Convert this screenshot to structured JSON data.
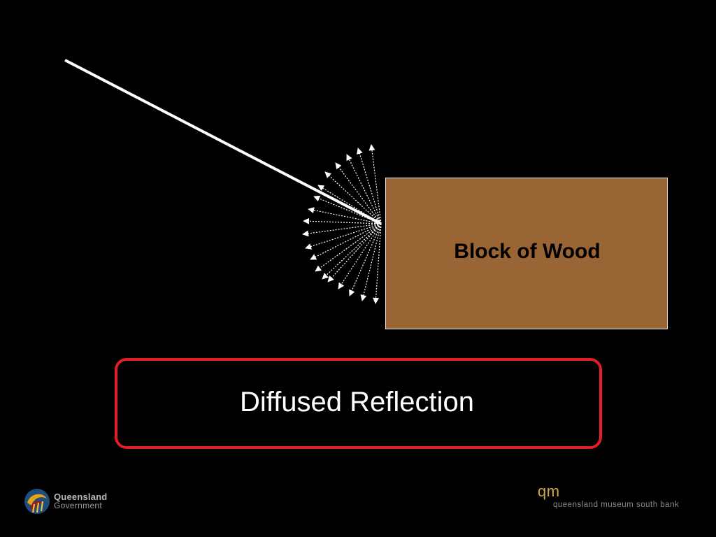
{
  "diagram": {
    "block_label": "Block of Wood",
    "caption": "Diffused Reflection",
    "colors": {
      "background": "#000000",
      "wood": "#9a6535",
      "ray": "#ffffff",
      "caption_border": "#e01e25"
    }
  },
  "footer": {
    "left_logo": {
      "line1": "Queensland",
      "line2": "Government"
    },
    "right_logo": {
      "mark": "qm",
      "tagline": "queensland museum south bank",
      "mark_color": "#d4a640"
    }
  }
}
